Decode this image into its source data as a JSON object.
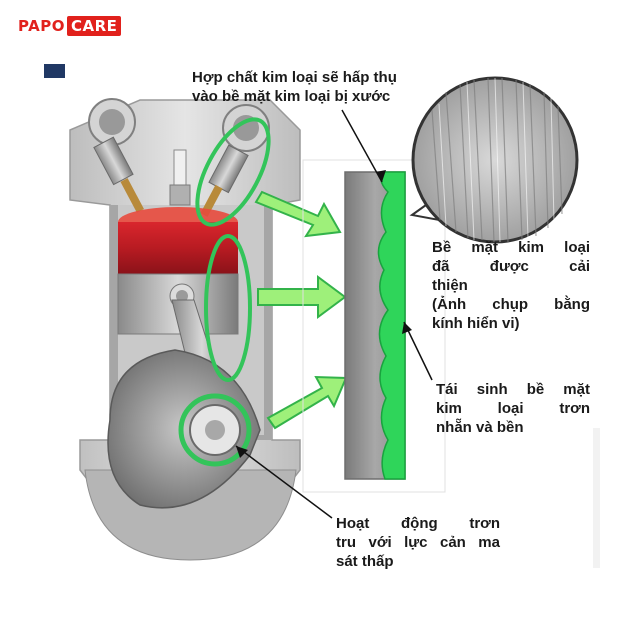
{
  "brand": {
    "logo_left": "PAPO",
    "logo_right": "CARE"
  },
  "colors": {
    "brand_red": "#e1211c",
    "accent_green": "#33c45a",
    "navy": "#203864"
  },
  "callouts": {
    "absorb": [
      "Hợp chất kim loại sẽ hấp thụ",
      "vào bề mặt kim loại bị xước"
    ],
    "improved": [
      "Bề mặt kim loại",
      "đã được cải",
      "thiện",
      "(Ảnh chụp bằng",
      "kính hiển vi)"
    ],
    "regenerate": [
      "Tái sinh bề mặt",
      "kim loại trơn",
      "nhẵn và bền"
    ],
    "smooth": [
      "Hoạt động trơn",
      "tru với lực cản ma",
      "sát thấp"
    ]
  }
}
